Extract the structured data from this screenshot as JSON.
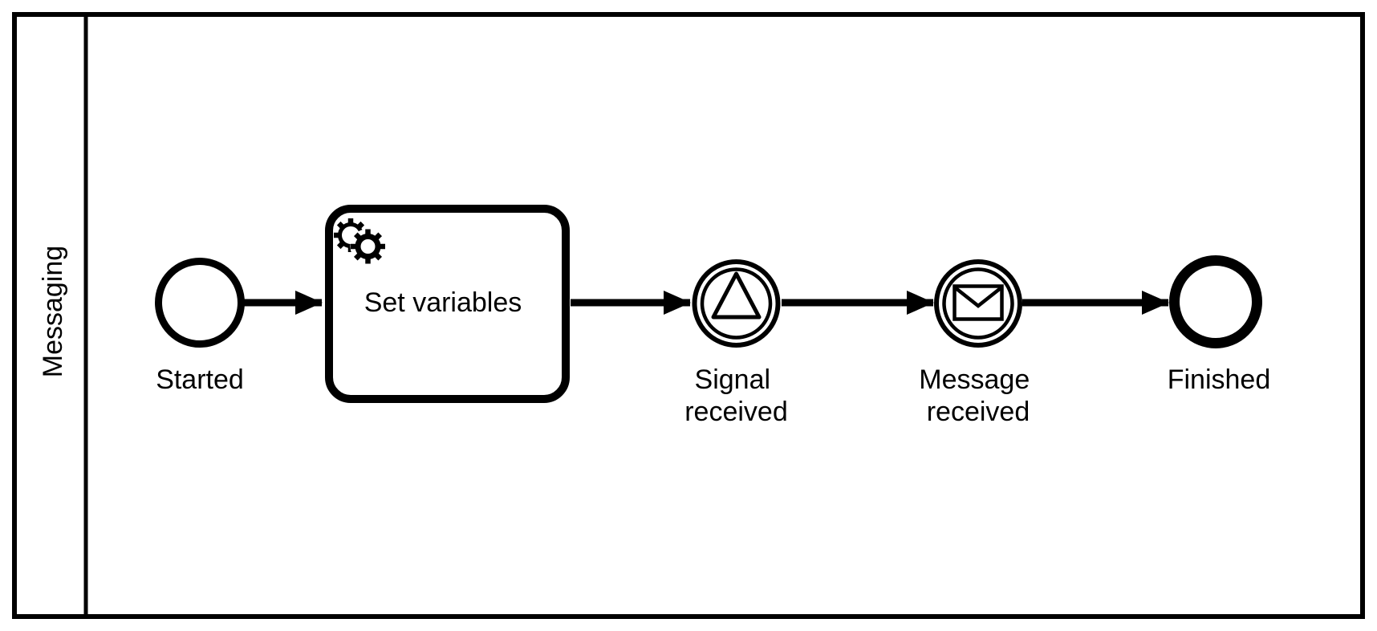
{
  "diagram_type": "BPMN process diagram",
  "pool": {
    "label": "Messaging"
  },
  "nodes": [
    {
      "id": "started",
      "kind": "start-event",
      "shape": "thin-circle",
      "label": "Started"
    },
    {
      "id": "set-variables",
      "kind": "service-task",
      "shape": "rounded-rectangle",
      "icon": "service-gears-icon",
      "label": "Set variables"
    },
    {
      "id": "signal-received",
      "kind": "intermediate-signal-catch-event",
      "shape": "double-circle-triangle",
      "icon": "signal-triangle-icon",
      "label": "Signal received",
      "label_line1": "Signal",
      "label_line2": "received"
    },
    {
      "id": "message-received",
      "kind": "intermediate-message-catch-event",
      "shape": "double-circle-envelope",
      "icon": "message-envelope-icon",
      "label": "Message received",
      "label_line1": "Message",
      "label_line2": "received"
    },
    {
      "id": "finished",
      "kind": "end-event",
      "shape": "thick-circle",
      "label": "Finished"
    }
  ],
  "flows": [
    {
      "from": "started",
      "to": "set-variables"
    },
    {
      "from": "set-variables",
      "to": "signal-received"
    },
    {
      "from": "signal-received",
      "to": "message-received"
    },
    {
      "from": "message-received",
      "to": "finished"
    }
  ],
  "colors": {
    "stroke": "#000000",
    "fill": "#ffffff",
    "background": "#ffffff"
  }
}
